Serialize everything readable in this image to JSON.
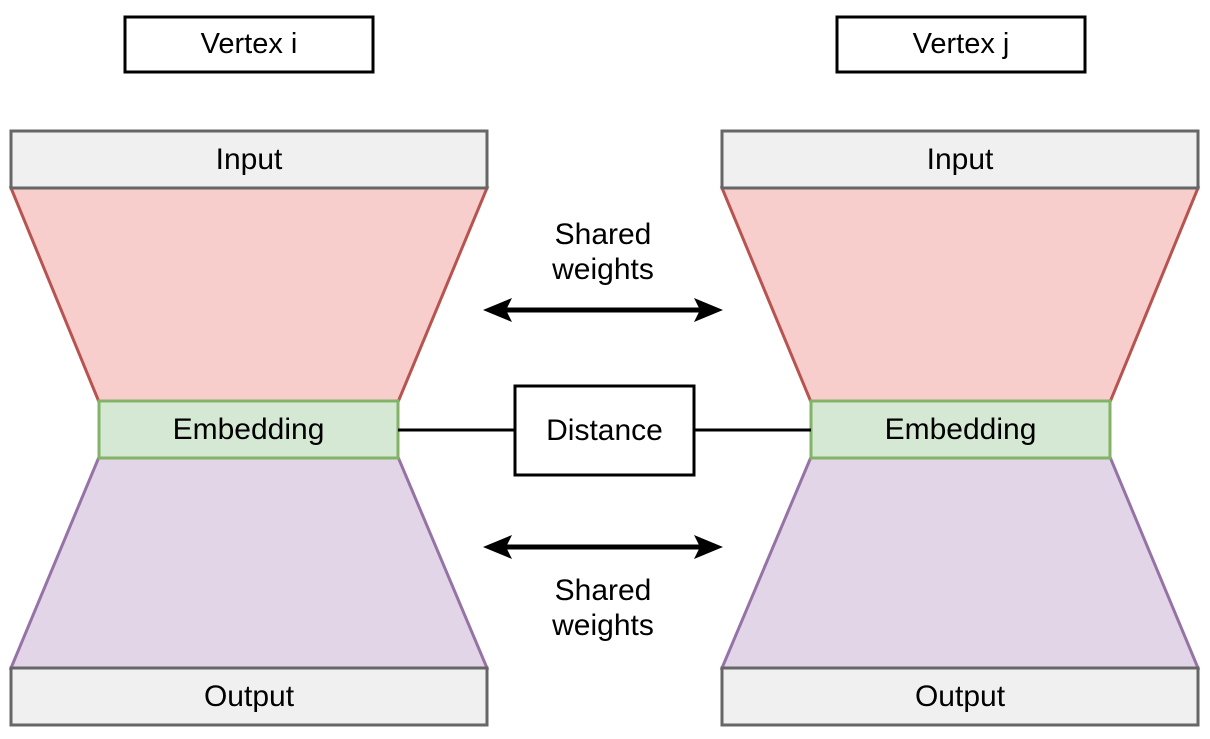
{
  "diagram": {
    "title_left": "Vertex i",
    "title_right": "Vertex j",
    "left_branch": {
      "input_label": "Input",
      "embedding_label": "Embedding",
      "output_label": "Output"
    },
    "right_branch": {
      "input_label": "Input",
      "embedding_label": "Embedding",
      "output_label": "Output"
    },
    "center": {
      "distance_label": "Distance",
      "shared_weights_top": "Shared\nweights",
      "shared_weights_bottom": "Shared\nweights"
    },
    "colors": {
      "encoder_fill": "#f8cecc",
      "encoder_stroke": "#b85450",
      "embedding_fill": "#d5e8d4",
      "embedding_stroke": "#82b366",
      "decoder_fill": "#e1d5e7",
      "decoder_stroke": "#9673a6",
      "io_fill": "#f0f0f0",
      "io_stroke": "#666666",
      "plain_stroke": "#000000",
      "background": "#ffffff",
      "text": "#000000"
    }
  }
}
